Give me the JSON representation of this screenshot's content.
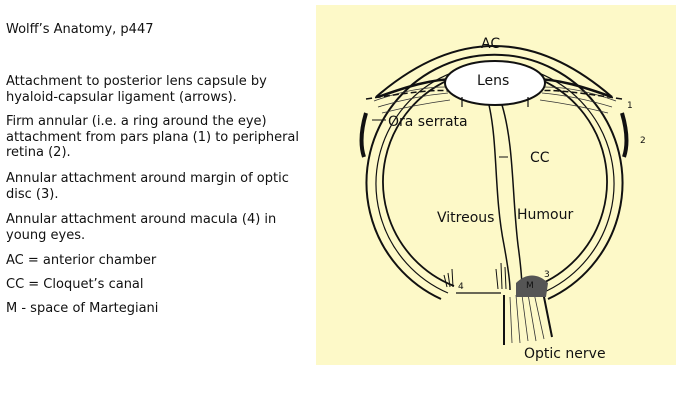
{
  "notes": {
    "source": "Wolff’s Anatomy, p447",
    "paragraphs": [
      "Attachment to posterior lens capsule by hyaloid-capsular ligament (arrows).",
      "Firm annular (i.e. a ring around the eye) attachment from pars plana (1) to peripheral retina (2).",
      "Annular attachment around margin of optic disc (3).",
      "Annular attachment around macula (4) in young eyes.",
      "AC = anterior chamber",
      "CC = Cloquet’s canal",
      "M - space of Martegiani"
    ]
  },
  "diagram": {
    "background_color": "#fdf9c8",
    "labels": {
      "ac": "AC",
      "lens": "Lens",
      "ora_serrata": "Ora serrata",
      "cc": "CC",
      "vitreous": "Vitreous",
      "humour": "Humour",
      "optic_nerve": "Optic nerve",
      "marker_1": "1",
      "marker_2": "2",
      "marker_3": "3",
      "marker_4": "4",
      "marker_m": "M"
    }
  }
}
